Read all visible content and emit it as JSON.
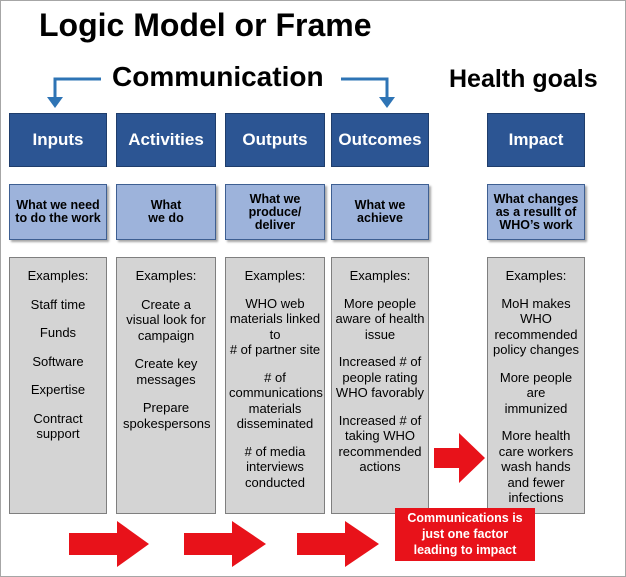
{
  "title": "Logic Model or Frame",
  "communication_label": "Communication",
  "health_goals_label": "Health goals",
  "columns": [
    {
      "heading": "Inputs",
      "subheading": [
        "What we need",
        "to do the work"
      ],
      "examples_label": "Examples:",
      "examples": [
        [
          "Staff time"
        ],
        [
          "Funds"
        ],
        [
          "Software"
        ],
        [
          "Expertise"
        ],
        [
          "Contract",
          "support"
        ]
      ]
    },
    {
      "heading": "Activities",
      "subheading": [
        "What",
        "we do"
      ],
      "examples_label": "Examples:",
      "examples": [
        [
          "Create a",
          "visual look for",
          "campaign"
        ],
        [
          "Create key",
          "messages"
        ],
        [
          "Prepare",
          "spokespersons"
        ]
      ]
    },
    {
      "heading": "Outputs",
      "subheading": [
        "What we",
        "produce/",
        "deliver"
      ],
      "examples_label": "Examples:",
      "examples": [
        [
          "WHO web",
          "materials linked",
          "to",
          "# of partner site"
        ],
        [
          "# of",
          "communications",
          "materials",
          "disseminated"
        ],
        [
          "# of media",
          "interviews",
          "conducted"
        ]
      ]
    },
    {
      "heading": "Outcomes",
      "subheading": [
        "What we",
        "achieve"
      ],
      "examples_label": "Examples:",
      "examples": [
        [
          "More people",
          "aware of health",
          "issue"
        ],
        [
          "Increased # of",
          "people rating",
          "WHO favorably"
        ],
        [
          "Increased # of",
          "taking WHO",
          "recommended",
          "actions"
        ]
      ]
    },
    {
      "heading": "Impact",
      "subheading": [
        "What changes",
        "as a resullt of",
        "WHO’s work"
      ],
      "examples_label": "Examples:",
      "examples": [
        [
          "MoH makes",
          "WHO",
          "recommended",
          "policy changes"
        ],
        [
          "More people are",
          "immunized"
        ],
        [
          "More health",
          "care workers",
          "wash hands",
          "and fewer",
          "infections"
        ]
      ]
    }
  ],
  "note": [
    "Communications is",
    "just one factor",
    "leading to impact"
  ],
  "colors": {
    "heading_fill": "#2c5593",
    "subheading_fill": "#9db3db",
    "examples_fill": "#d4d4d4",
    "bracket": "#2e74b5",
    "arrow": "#e8121a",
    "note_fill": "#e8121a"
  }
}
